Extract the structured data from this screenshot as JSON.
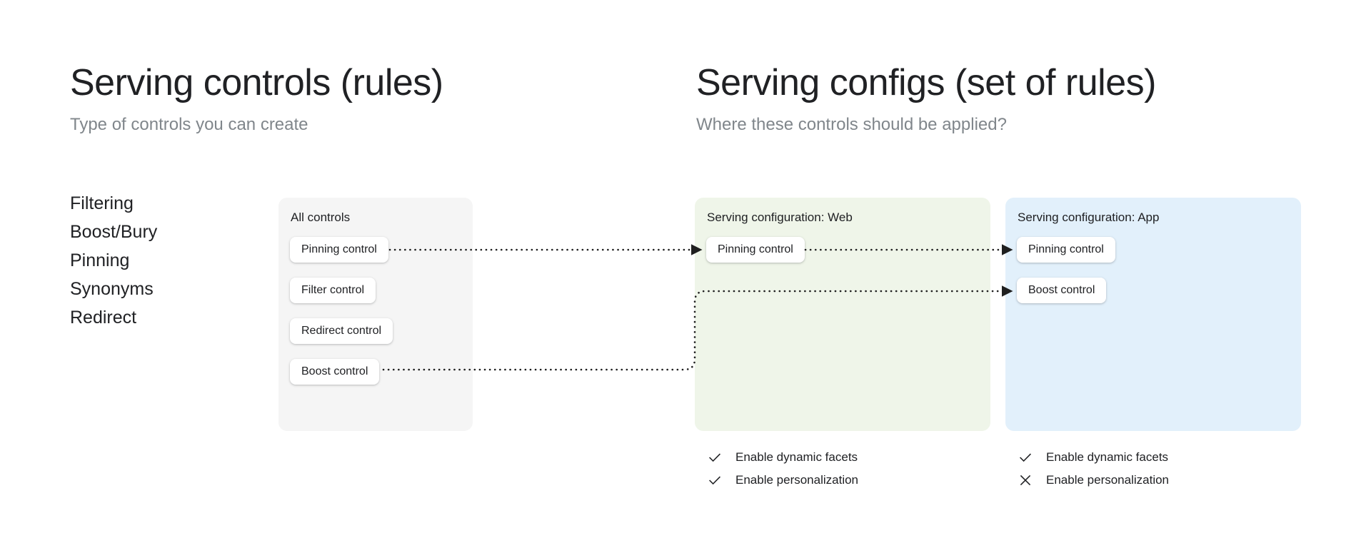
{
  "left_column": {
    "title": "Serving controls (rules)",
    "subtitle": "Type of controls you can create",
    "control_types": [
      "Filtering",
      "Boost/Bury",
      "Pinning",
      "Synonyms",
      "Redirect"
    ]
  },
  "right_column": {
    "title": "Serving configs (set of rules)",
    "subtitle": "Where these controls should be applied?"
  },
  "cards": {
    "all_controls": {
      "title": "All controls",
      "background": "#f5f5f5",
      "pills": [
        "Pinning control",
        "Filter control",
        "Redirect control",
        "Boost control"
      ]
    },
    "web": {
      "title": "Serving configuration: Web",
      "background": "#eff5e9",
      "pills": [
        "Pinning control"
      ],
      "options": [
        {
          "icon": "check-icon",
          "label": "Enable dynamic facets"
        },
        {
          "icon": "check-icon",
          "label": "Enable personalization"
        }
      ]
    },
    "app": {
      "title": "Serving configuration: App",
      "background": "#e2f0fb",
      "pills": [
        "Pinning control",
        "Boost control"
      ],
      "options": [
        {
          "icon": "check-icon",
          "label": "Enable dynamic facets"
        },
        {
          "icon": "cross-icon",
          "label": "Enable personalization"
        }
      ]
    }
  },
  "connectors": [
    {
      "from": "all-controls.pinning-control",
      "to": "web.pinning-control",
      "style": "dotted-arrow"
    },
    {
      "from": "web.pinning-control",
      "to": "app.pinning-control",
      "style": "dotted-arrow"
    },
    {
      "from": "all-controls.boost-control",
      "to": "app.boost-control",
      "style": "dotted-elbow-arrow"
    }
  ],
  "colors": {
    "text": "#202124",
    "muted_text": "#80868b",
    "connector": "#1f1f1f",
    "card_gray": "#f5f5f5",
    "card_green": "#eff5e9",
    "card_blue": "#e2f0fb"
  }
}
